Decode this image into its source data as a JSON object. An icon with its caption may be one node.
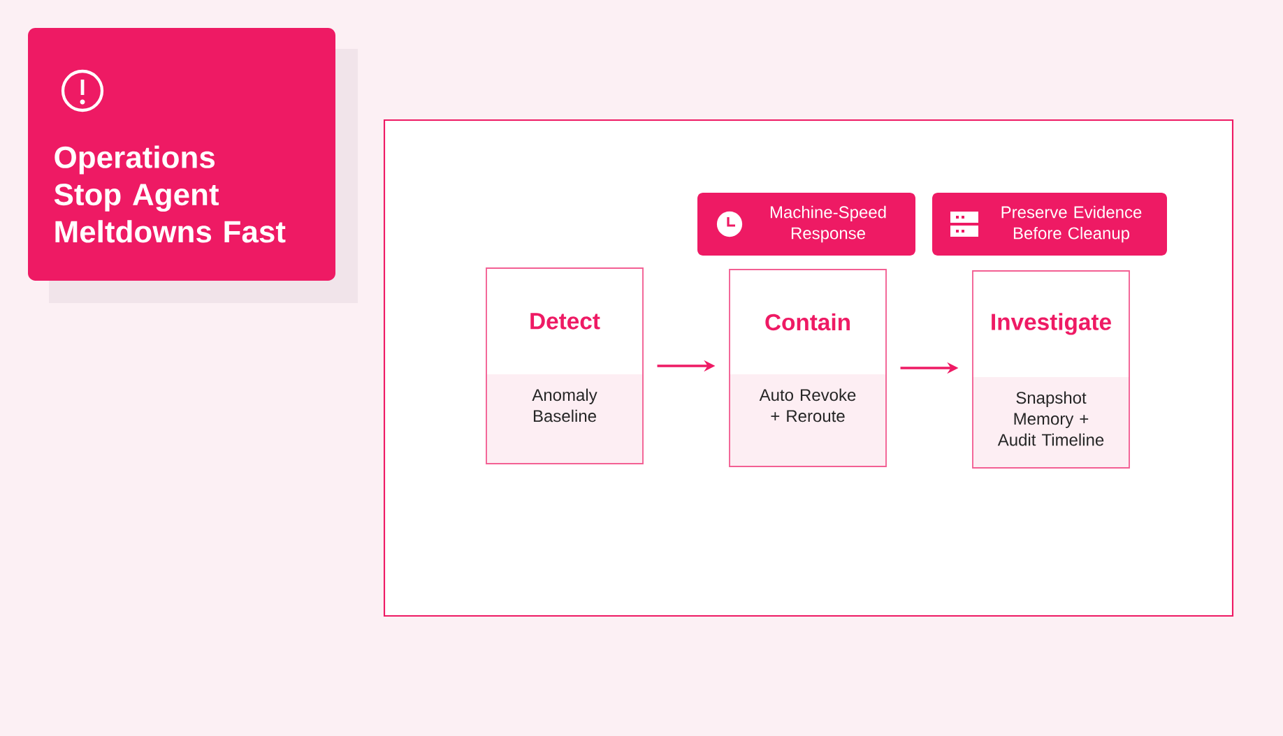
{
  "diagram": {
    "nodes": [
      {
        "text": [
          "Operations Stop Agent Meltdowns Fast"
        ]
      },
      {
        "text": [],
        "shape": "box"
      },
      {
        "text": [
          "Detect",
          "Anomaly Baseline"
        ],
        "in": 1
      },
      {
        "text": [
          "Machine-Speed Response"
        ],
        "in": 1
      },
      {
        "text": [
          "Contain",
          "Auto Revoke + Reroute"
        ],
        "in": 1
      },
      {
        "text": [
          "Preserve Evidence Before Cleanup"
        ],
        "in": 1
      },
      {
        "text": [
          "Investigate",
          "Snapshot Memory + Audit Timeline"
        ],
        "in": 1
      }
    ],
    "edges": [
      {
        "from": 2,
        "to": 4,
        "arrow": "to"
      },
      {
        "from": 4,
        "to": 6,
        "arrow": "to"
      }
    ]
  }
}
